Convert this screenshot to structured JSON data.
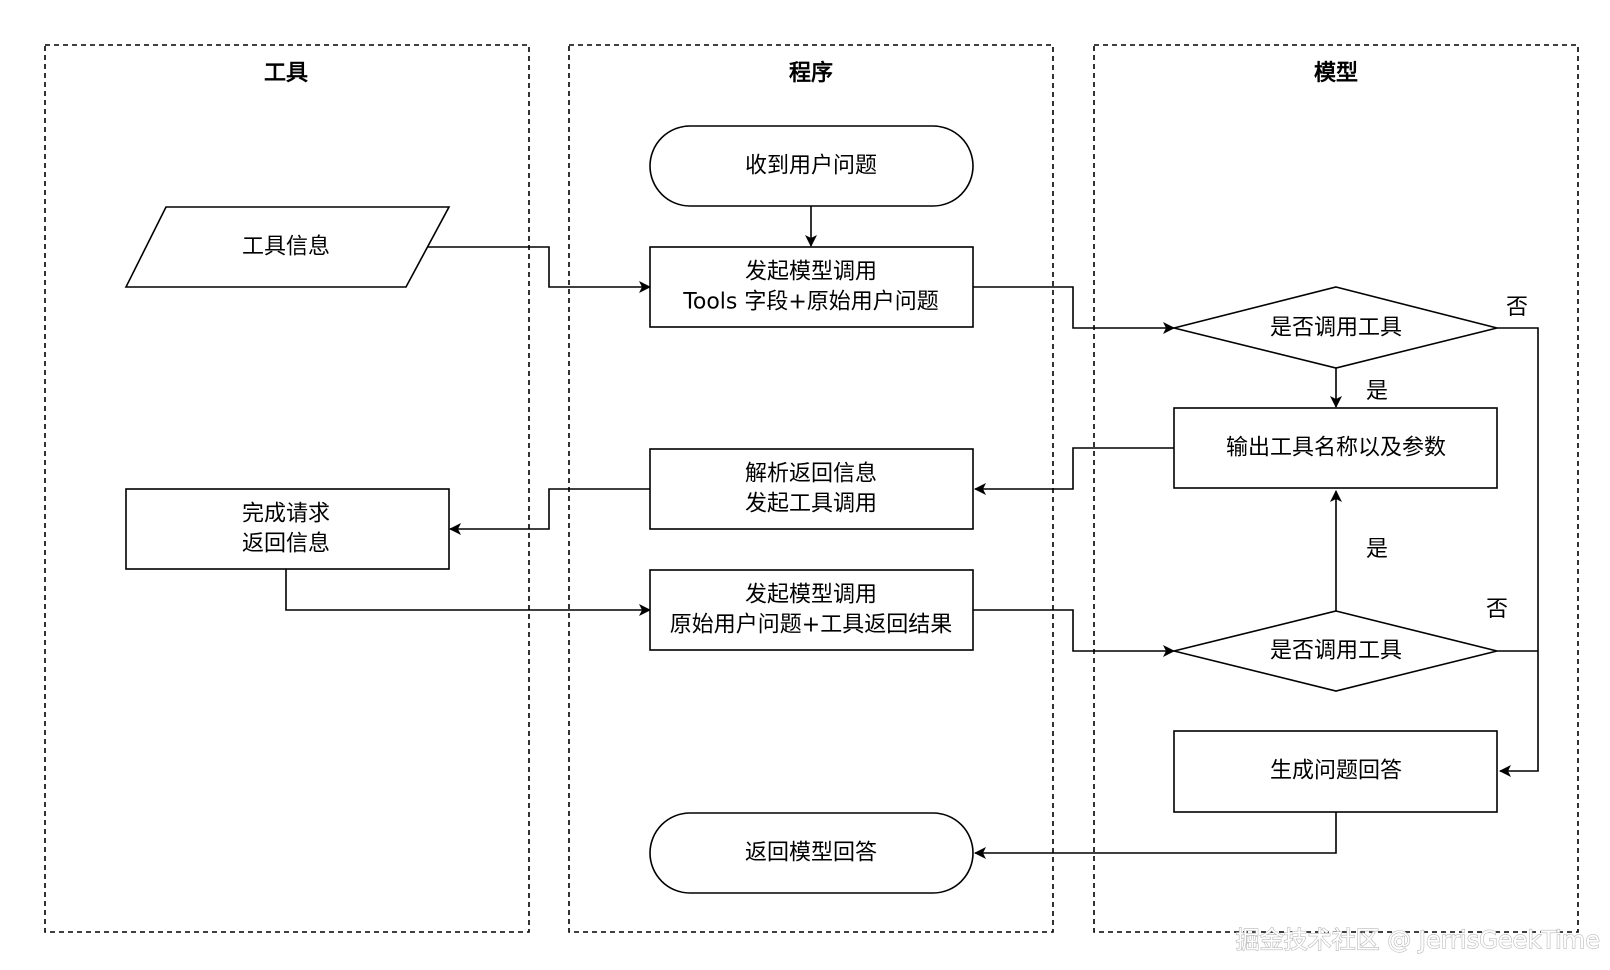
{
  "lanes": {
    "tools": "工具",
    "program": "程序",
    "model": "模型"
  },
  "nodes": {
    "receive_question": "收到用户问题",
    "tool_info": "工具信息",
    "call_model_1": {
      "line1": "发起模型调用",
      "line2": "Tools 字段+原始用户问题"
    },
    "decide_tool_1": "是否调用工具",
    "output_tool": "输出工具名称以及参数",
    "parse_return": {
      "line1": "解析返回信息",
      "line2": "发起工具调用"
    },
    "complete_request": {
      "line1": "完成请求",
      "line2": "返回信息"
    },
    "call_model_2": {
      "line1": "发起模型调用",
      "line2": "原始用户问题+工具返回结果"
    },
    "decide_tool_2": "是否调用工具",
    "generate_answer": "生成问题回答",
    "return_answer": "返回模型回答"
  },
  "edge_labels": {
    "yes_1": "是",
    "no_1": "否",
    "yes_2": "是",
    "no_2": "否"
  },
  "watermark": "掘金技术社区 @ JerrisGeekTime"
}
